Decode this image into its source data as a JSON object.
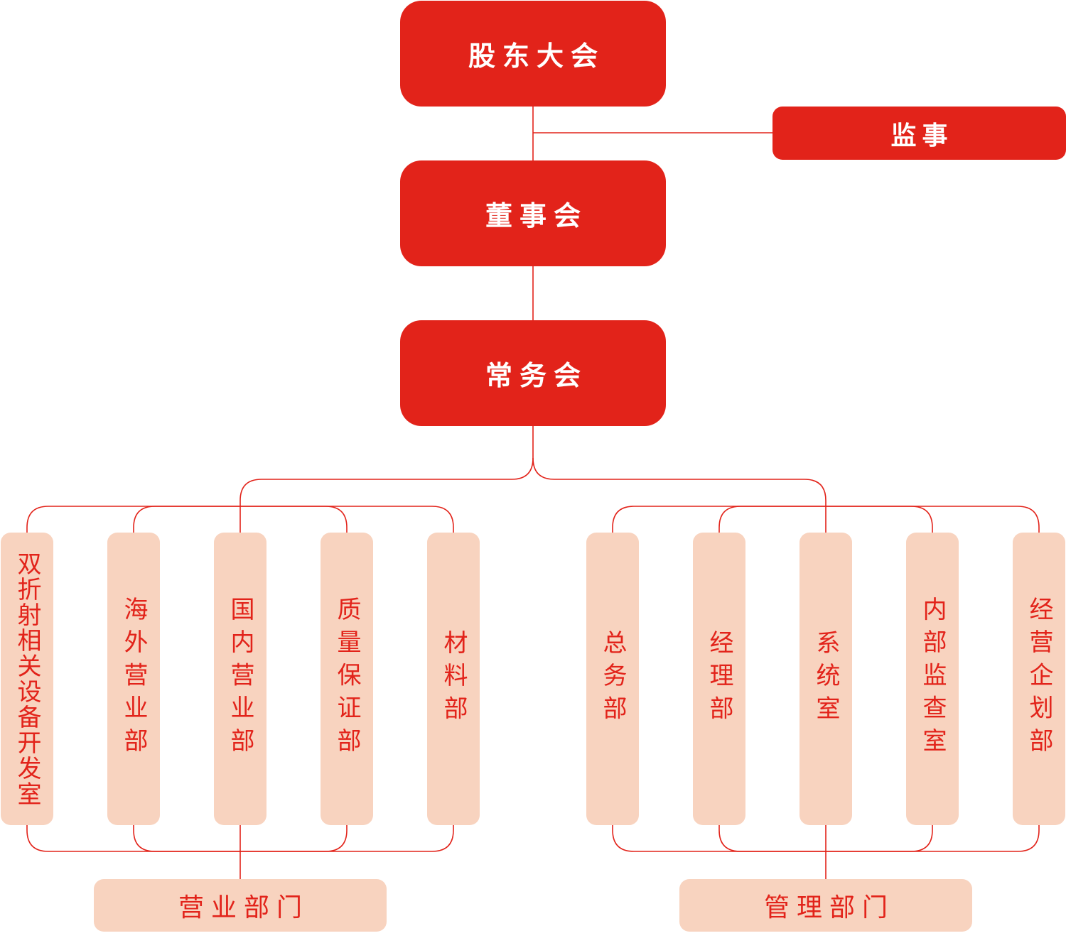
{
  "colors": {
    "primary_red": "#e2231a",
    "light_peach": "#f8d3bf",
    "connector": "#e2231a"
  },
  "nodes": {
    "shareholders_meeting": "股东大会",
    "supervisor": "监事",
    "board_of_directors": "董事会",
    "executive_committee": "常务会"
  },
  "business_departments": {
    "group_label": "营业部门",
    "items": [
      "双折射相关设备开发室",
      "海外营业部",
      "国内营业部",
      "质量保证部",
      "材料部"
    ]
  },
  "management_departments": {
    "group_label": "管理部门",
    "items": [
      "总务部",
      "经理部",
      "系统室",
      "内部监查室",
      "经营企划部"
    ]
  }
}
